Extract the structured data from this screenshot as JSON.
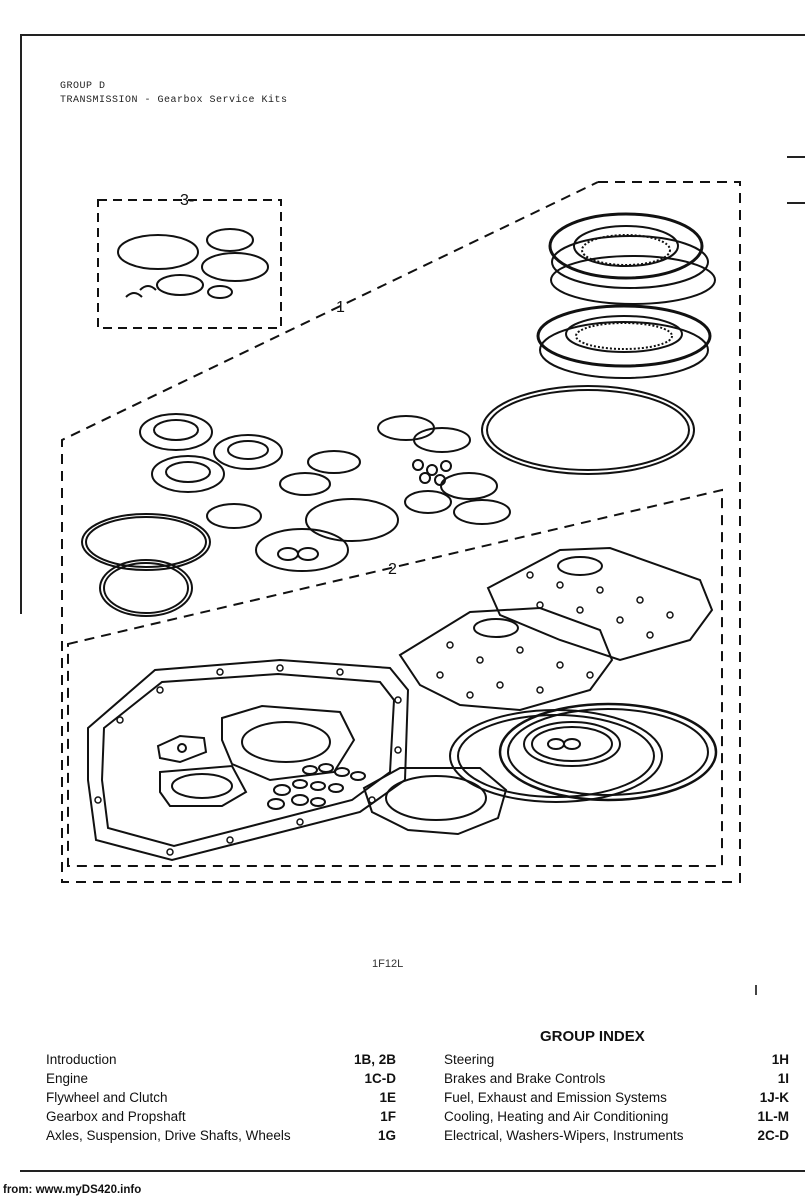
{
  "header": {
    "line1": "GROUP D",
    "line2": "TRANSMISSION - Gearbox Service Kits"
  },
  "diagram": {
    "callouts": [
      "1",
      "2",
      "3-"
    ]
  },
  "figure_ref": "1F12L",
  "group_index": {
    "title": "GROUP INDEX",
    "left": [
      {
        "label": "Introduction",
        "code": "1B, 2B"
      },
      {
        "label": "Engine",
        "code": "1C-D"
      },
      {
        "label": "Flywheel and Clutch",
        "code": "1E"
      },
      {
        "label": "Gearbox and Propshaft",
        "code": "1F"
      },
      {
        "label": "Axles, Suspension, Drive Shafts, Wheels",
        "code": "1G"
      }
    ],
    "right": [
      {
        "label": "Steering",
        "code": "1H"
      },
      {
        "label": "Brakes and Brake Controls",
        "code": "1I"
      },
      {
        "label": "Fuel, Exhaust and Emission Systems",
        "code": "1J-K"
      },
      {
        "label": "Cooling, Heating and Air Conditioning",
        "code": "1L-M"
      },
      {
        "label": "Electrical, Washers-Wipers, Instruments",
        "code": "2C-D"
      }
    ]
  },
  "source": "from: www.myDS420.info"
}
